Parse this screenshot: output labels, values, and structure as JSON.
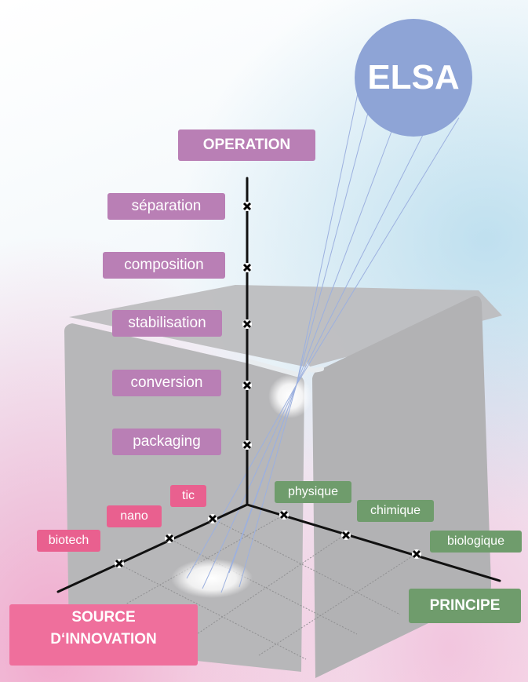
{
  "badge": {
    "label": "ELSA"
  },
  "axes": {
    "operation": {
      "title": "OPERATION",
      "items": [
        "séparation",
        "composition",
        "stabilisation",
        "conversion",
        "packaging"
      ]
    },
    "source": {
      "title_line1": "SOURCE",
      "title_line2": "D‘INNOVATION",
      "items": [
        "biotech",
        "nano",
        "tic"
      ]
    },
    "principe": {
      "title": "PRINCIPE",
      "items": [
        "physique",
        "chimique",
        "biologique"
      ]
    }
  },
  "colors": {
    "operation": "#b97fb5",
    "source": "#e9608f",
    "principe": "#6f9c6c",
    "badge": "#8ea4d6",
    "cube": "#b9b9bb"
  }
}
